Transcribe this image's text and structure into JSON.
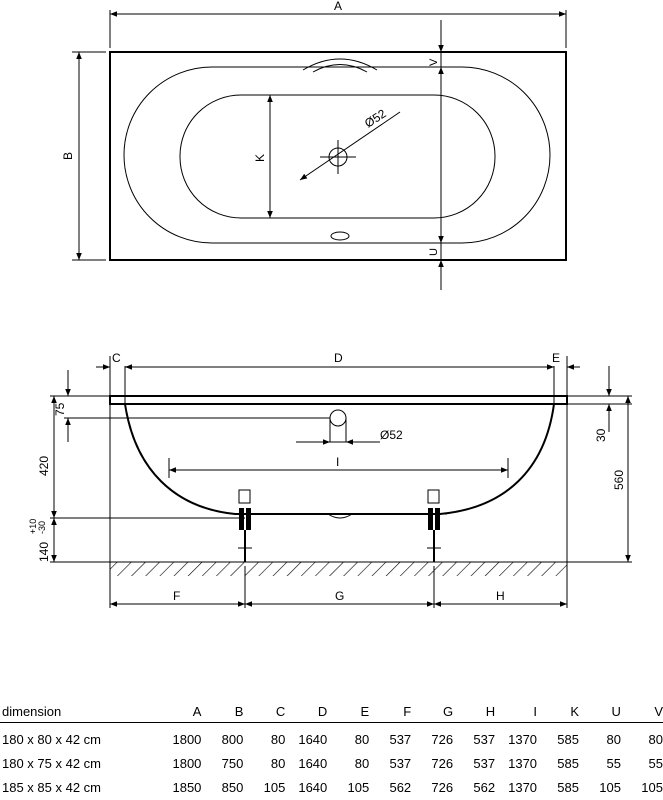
{
  "top_view": {
    "labels": {
      "A": "A",
      "B": "B",
      "K": "K",
      "V": "V",
      "U": "U",
      "drain": "Ø52"
    }
  },
  "side_view": {
    "labels": {
      "C": "C",
      "D": "D",
      "E": "E",
      "I": "I",
      "F": "F",
      "G": "G",
      "H": "H",
      "d75": "75",
      "d420": "420",
      "d140": "140",
      "tol_plus": "+10",
      "tol_minus": "-30",
      "d30": "30",
      "d560": "560",
      "drain": "Ø52"
    }
  },
  "table": {
    "headers": [
      "dimension",
      "A",
      "B",
      "C",
      "D",
      "E",
      "F",
      "G",
      "H",
      "I",
      "K",
      "U",
      "V"
    ],
    "rows": [
      [
        "180 x 80 x 42 cm",
        "1800",
        "800",
        "80",
        "1640",
        "80",
        "537",
        "726",
        "537",
        "1370",
        "585",
        "80",
        "80"
      ],
      [
        "180 x 75 x 42 cm",
        "1800",
        "750",
        "80",
        "1640",
        "80",
        "537",
        "726",
        "537",
        "1370",
        "585",
        "55",
        "55"
      ],
      [
        "185 x 85 x 42 cm",
        "1850",
        "850",
        "105",
        "1640",
        "105",
        "562",
        "726",
        "562",
        "1370",
        "585",
        "105",
        "105"
      ]
    ]
  }
}
